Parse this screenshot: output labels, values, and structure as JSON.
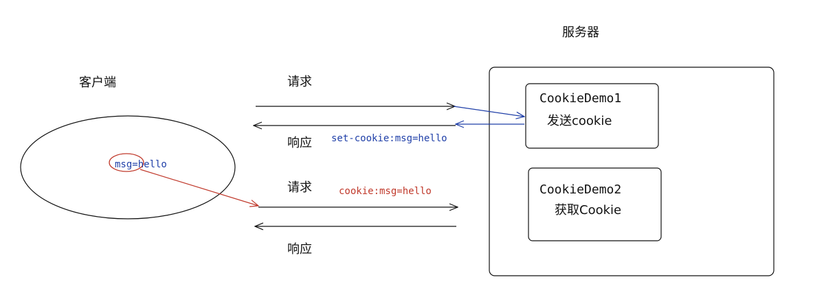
{
  "client": {
    "label": "客户端",
    "cookie_value": "msg=hello"
  },
  "server": {
    "label": "服务器",
    "demo1": {
      "name": "CookieDemo1",
      "action": "发送cookie"
    },
    "demo2": {
      "name": "CookieDemo2",
      "action": "获取Cookie"
    }
  },
  "exchange1": {
    "request_label": "请求",
    "response_label": "响应",
    "response_header": "set-cookie:msg=hello"
  },
  "exchange2": {
    "request_label": "请求",
    "response_label": "响应",
    "request_header": "cookie:msg=hello"
  },
  "colors": {
    "line": "#111111",
    "blue": "#1f3fa8",
    "red": "#c0392b"
  }
}
